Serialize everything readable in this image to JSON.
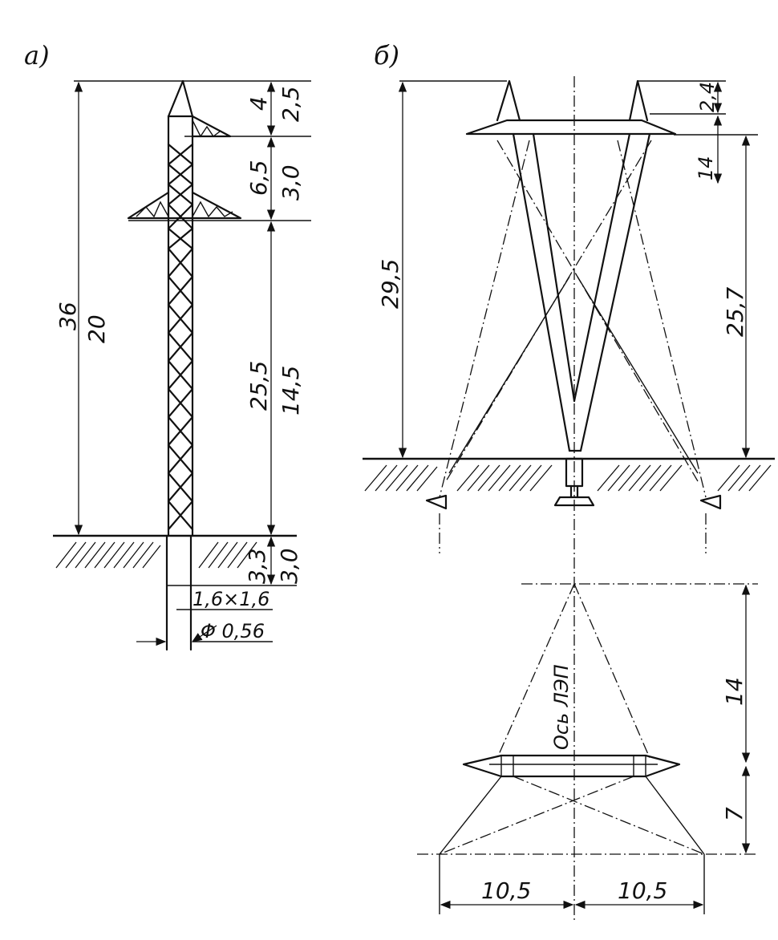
{
  "figure_a": {
    "label": "а)",
    "dims": {
      "total_height_1": "36",
      "total_height_2": "20",
      "top_1": "4",
      "top_2": "2,5",
      "mid_1": "6,5",
      "mid_2": "3,0",
      "lower_1": "25,5",
      "lower_2": "14,5",
      "depth_1": "3,3",
      "depth_2": "3,0",
      "base_size": "1,6×1,6",
      "diameter": "Φ 0,56"
    }
  },
  "figure_b": {
    "label": "б)",
    "dims": {
      "top_gap": "2,4",
      "cross_gap": "14",
      "total_height": "29,5",
      "leg_height": "25,7",
      "plan_front": "14",
      "plan_back": "7",
      "plan_left": "10,5",
      "plan_right": "10,5"
    },
    "axis_label": "Ось ЛЭП"
  }
}
